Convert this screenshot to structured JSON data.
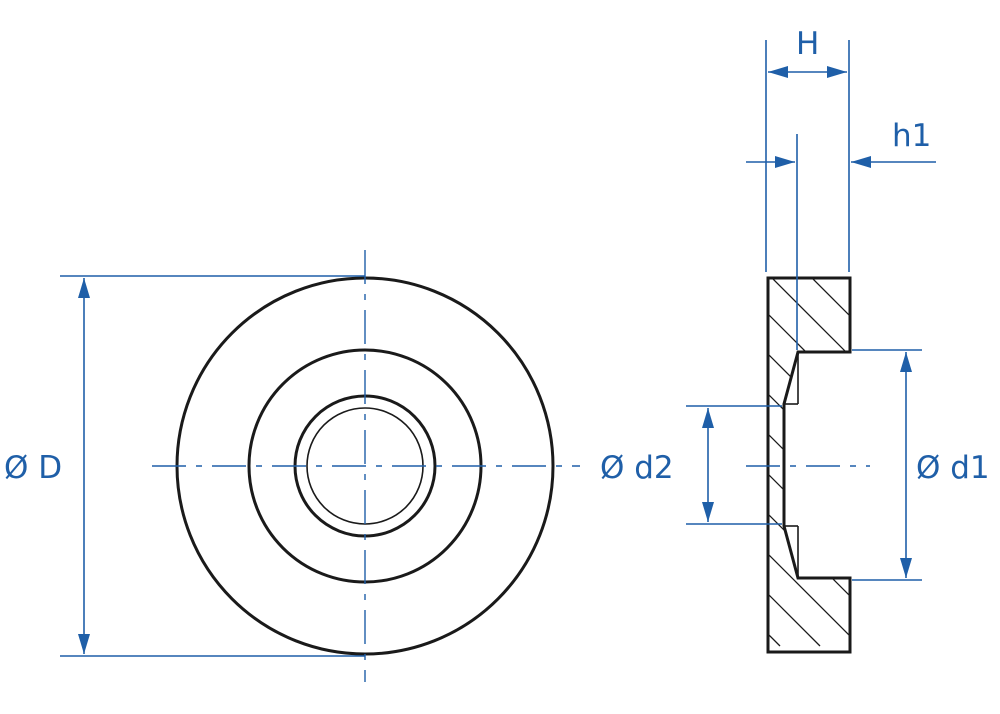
{
  "labels": {
    "outer_diameter": "Ø D",
    "bore_diameter": "Ø d2",
    "counterbore_diameter": "Ø d1",
    "height": "H",
    "counterbore_depth": "h1"
  },
  "colors": {
    "dimension": "#1f5fa8",
    "outline": "#1a1a1a"
  }
}
